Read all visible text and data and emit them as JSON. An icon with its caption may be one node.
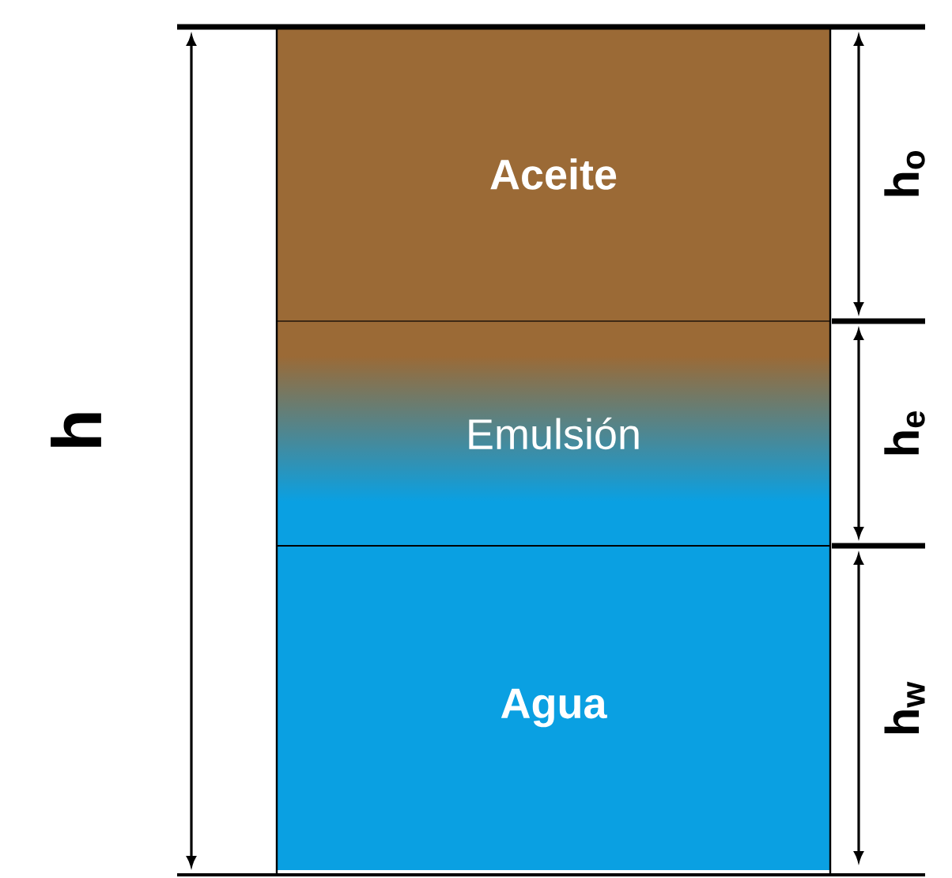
{
  "diagram": {
    "nodes": [
      {
        "text": [
          "Aceite"
        ]
      },
      {
        "text": [
          "Emulsión"
        ]
      },
      {
        "text": [
          "Agua"
        ]
      }
    ],
    "labels": [
      "h",
      "h$_{o}$",
      "h$_{e}$",
      "h$_{w}$"
    ]
  }
}
